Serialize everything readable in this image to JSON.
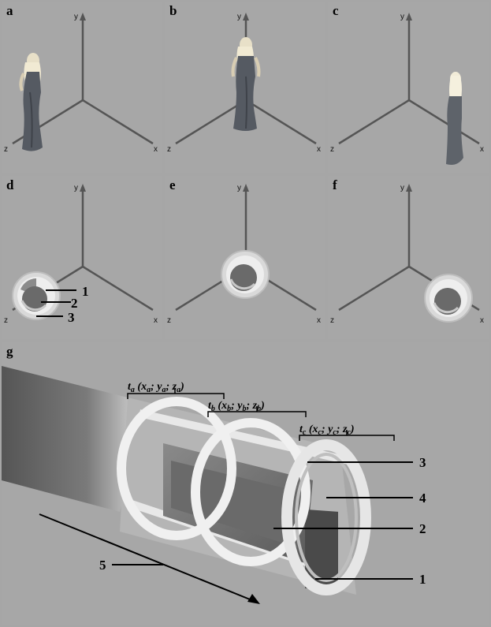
{
  "panels": [
    {
      "id": "a",
      "label": "a",
      "content": "figure"
    },
    {
      "id": "b",
      "label": "b",
      "content": "figure"
    },
    {
      "id": "c",
      "label": "c",
      "content": "figure"
    },
    {
      "id": "d",
      "label": "d",
      "content": "sphere"
    },
    {
      "id": "e",
      "label": "e",
      "content": "sphere"
    },
    {
      "id": "f",
      "label": "f",
      "content": "sphere"
    }
  ],
  "axes": {
    "x": "x",
    "y": "y",
    "z": "z"
  },
  "callouts": {
    "one": "1",
    "two": "2",
    "three": "3",
    "four": "4",
    "five": "5"
  },
  "panel_g": {
    "label": "g",
    "ta": {
      "t": "t",
      "sub": "a",
      "x": "x",
      "xs": "a",
      "y": "y",
      "ys": "a",
      "z": "z",
      "zs": "a"
    },
    "tb": {
      "t": "t",
      "sub": "b",
      "x": "x",
      "xs": "b",
      "y": "y",
      "ys": "b",
      "z": "z",
      "zs": "b"
    },
    "tc": {
      "t": "t",
      "sub": "c",
      "x": "x",
      "xs": "c",
      "y": "y",
      "ys": "c",
      "z": "z",
      "zs": "c"
    }
  }
}
